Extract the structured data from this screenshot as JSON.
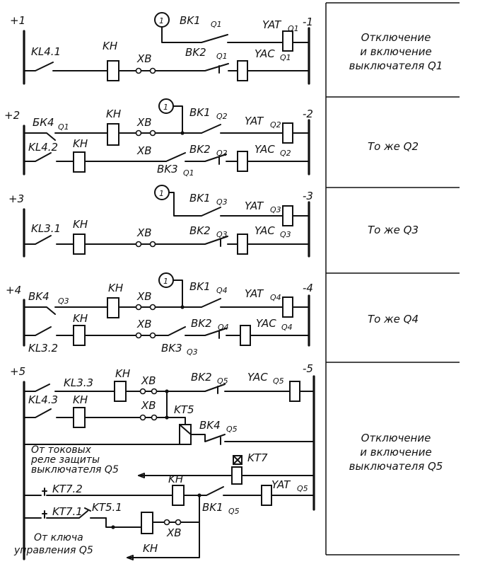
{
  "sections": [
    {
      "bus_plus": "+1",
      "bus_minus": "-1",
      "desc_lines": [
        "Отключение",
        "и включение",
        "выключателя Q1"
      ],
      "kl": "KL4.1",
      "kh": [
        "KH"
      ],
      "xb": [
        "XB"
      ],
      "bk1": "BK1",
      "bk1_sub": "Q1",
      "bk2": "BK2",
      "bk2_sub": "Q1",
      "yat": "YAT",
      "yat_sub": "Q1",
      "yac": "YAC",
      "yac_sub": "Q1",
      "circle": "1"
    },
    {
      "bus_plus": "+2",
      "bus_minus": "-2",
      "desc_lines": [
        "То же Q2"
      ],
      "bk4": "БК4",
      "bk4_sub": "Q1",
      "kl": "KL4.2",
      "kh": [
        "KH",
        "KH"
      ],
      "xb": [
        "XB",
        "XB"
      ],
      "bk1": "BK1",
      "bk1_sub": "Q2",
      "bk2": "BK2",
      "bk2_sub": "Q2",
      "bk3": "BK3",
      "bk3_sub": "Q1",
      "yat": "YAT",
      "yat_sub": "Q2",
      "yac": "YAC",
      "yac_sub": "Q2",
      "circle": "1"
    },
    {
      "bus_plus": "+3",
      "bus_minus": "-3",
      "desc_lines": [
        "То же Q3"
      ],
      "kl": "KL3.1",
      "kh": [
        "KH"
      ],
      "xb": [
        "XB"
      ],
      "bk1": "BK1",
      "bk1_sub": "Q3",
      "bk2": "BK2",
      "bk2_sub": "Q3",
      "yat": "YAT",
      "yat_sub": "Q3",
      "yac": "YAC",
      "yac_sub": "Q3",
      "circle": "1"
    },
    {
      "bus_plus": "+4",
      "bus_minus": "-4",
      "desc_lines": [
        "То же Q4"
      ],
      "bk4": "BK4",
      "bk4_sub": "Q3",
      "kl": "KL3.2",
      "kh": [
        "KH",
        "KH"
      ],
      "xb": [
        "XB",
        "XB"
      ],
      "bk1": "BK1",
      "bk1_sub": "Q4",
      "bk2": "BK2",
      "bk2_sub": "Q4",
      "bk3": "BK3",
      "bk3_sub": "Q3",
      "yat": "YAT",
      "yat_sub": "Q4",
      "yac": "YAC",
      "yac_sub": "Q4",
      "circle": "1"
    },
    {
      "bus_plus": "+5",
      "bus_minus": "-5",
      "desc_lines": [
        "Отключение",
        "и включение",
        "выключателя Q5"
      ],
      "kl_a": "KL3.3",
      "kl_b": "KL4.3",
      "kh": [
        "KH",
        "KH",
        "KH",
        "KH"
      ],
      "xb": [
        "XB",
        "XB",
        "XB"
      ],
      "bk2": "BK2",
      "bk2_sub": "Q5",
      "yac": "YAC",
      "yac_sub": "Q5",
      "kt5": "KT5",
      "bk4": "BK4",
      "bk4_sub": "Q5",
      "prot_lines": [
        "От токовых",
        "реле защиты",
        "выключателя Q5"
      ],
      "kt7": "KT7",
      "kt72": "KT7.2",
      "kt71": "KT7.1",
      "kt51": "KT5.1",
      "bk1": "BK1",
      "bk1_sub": "Q5",
      "yat": "YAT",
      "yat_sub": "Q5",
      "key_lines": [
        "От ключа",
        "управления Q5"
      ]
    }
  ]
}
